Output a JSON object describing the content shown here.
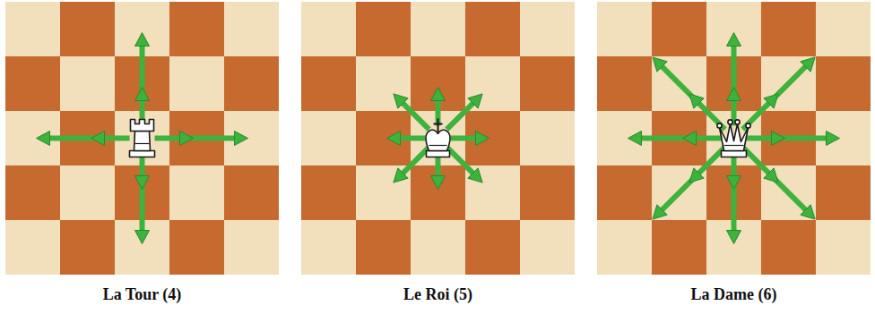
{
  "diagram": {
    "labels": [
      "La Tour (4)",
      "Le Roi (5)",
      "La Dame (6)"
    ]
  }
}
